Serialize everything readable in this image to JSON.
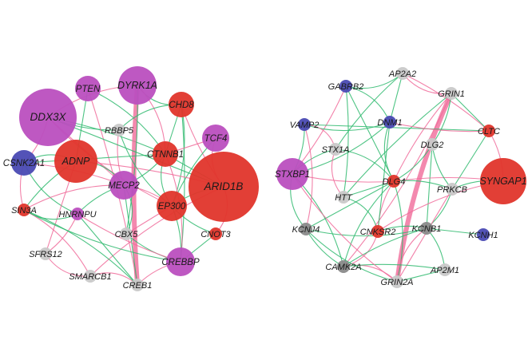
{
  "colors": {
    "red": "#e0352b",
    "purple": "#bb4fbf",
    "blue": "#4a4ab3",
    "lightgray": "#c9c9c9",
    "darkgray": "#8a8a8a",
    "edge_pink": "#f06b9a",
    "edge_green": "#2fba6e"
  },
  "networks": [
    {
      "name": "left",
      "nodes": [
        {
          "id": "DDX3X",
          "color": "purple",
          "size": 5
        },
        {
          "id": "PTEN",
          "color": "purple",
          "size": 2
        },
        {
          "id": "DYRK1A",
          "color": "purple",
          "size": 3
        },
        {
          "id": "CHD8",
          "color": "red",
          "size": 2
        },
        {
          "id": "RBBP5",
          "color": "lightgray",
          "size": 1
        },
        {
          "id": "TCF4",
          "color": "purple",
          "size": 2
        },
        {
          "id": "CSNK2A1",
          "color": "blue",
          "size": 2
        },
        {
          "id": "ADNP",
          "color": "red",
          "size": 3
        },
        {
          "id": "CTNNB1",
          "color": "red",
          "size": 2
        },
        {
          "id": "ARID1B",
          "color": "red",
          "size": 5
        },
        {
          "id": "MECP2",
          "color": "purple",
          "size": 2
        },
        {
          "id": "EP300",
          "color": "red",
          "size": 2
        },
        {
          "id": "SIN3A",
          "color": "red",
          "size": 1
        },
        {
          "id": "HNRNPU",
          "color": "purple",
          "size": 1
        },
        {
          "id": "CNOT3",
          "color": "red",
          "size": 1
        },
        {
          "id": "CBX5",
          "color": "lightgray",
          "size": 1
        },
        {
          "id": "SFRS12",
          "color": "lightgray",
          "size": 1
        },
        {
          "id": "CREBBP",
          "color": "purple",
          "size": 2
        },
        {
          "id": "SMARCB1",
          "color": "lightgray",
          "size": 1
        },
        {
          "id": "CREB1",
          "color": "lightgray",
          "size": 1
        }
      ]
    },
    {
      "name": "right",
      "nodes": [
        {
          "id": "AP2A2",
          "color": "lightgray",
          "size": 1
        },
        {
          "id": "GABRB2",
          "color": "blue",
          "size": 1
        },
        {
          "id": "GRIN1",
          "color": "lightgray",
          "size": 1
        },
        {
          "id": "VAMP2",
          "color": "blue",
          "size": 1
        },
        {
          "id": "DNM1",
          "color": "blue",
          "size": 1
        },
        {
          "id": "CLTC",
          "color": "red",
          "size": 1
        },
        {
          "id": "STX1A",
          "color": "lightgray",
          "size": 1
        },
        {
          "id": "DLG2",
          "color": "lightgray",
          "size": 1
        },
        {
          "id": "STXBP1",
          "color": "purple",
          "size": 2
        },
        {
          "id": "DLG4",
          "color": "red",
          "size": 1
        },
        {
          "id": "SYNGAP1",
          "color": "red",
          "size": 3
        },
        {
          "id": "HTT",
          "color": "lightgray",
          "size": 1
        },
        {
          "id": "PRKCB",
          "color": "lightgray",
          "size": 1
        },
        {
          "id": "KCNJ4",
          "color": "darkgray",
          "size": 1
        },
        {
          "id": "CNKSR2",
          "color": "red",
          "size": 1
        },
        {
          "id": "KCNB1",
          "color": "darkgray",
          "size": 1
        },
        {
          "id": "KCNH1",
          "color": "blue",
          "size": 1
        },
        {
          "id": "CAMK2A",
          "color": "darkgray",
          "size": 1
        },
        {
          "id": "AP2M1",
          "color": "lightgray",
          "size": 1
        },
        {
          "id": "GRIN2A",
          "color": "lightgray",
          "size": 1
        }
      ]
    }
  ]
}
